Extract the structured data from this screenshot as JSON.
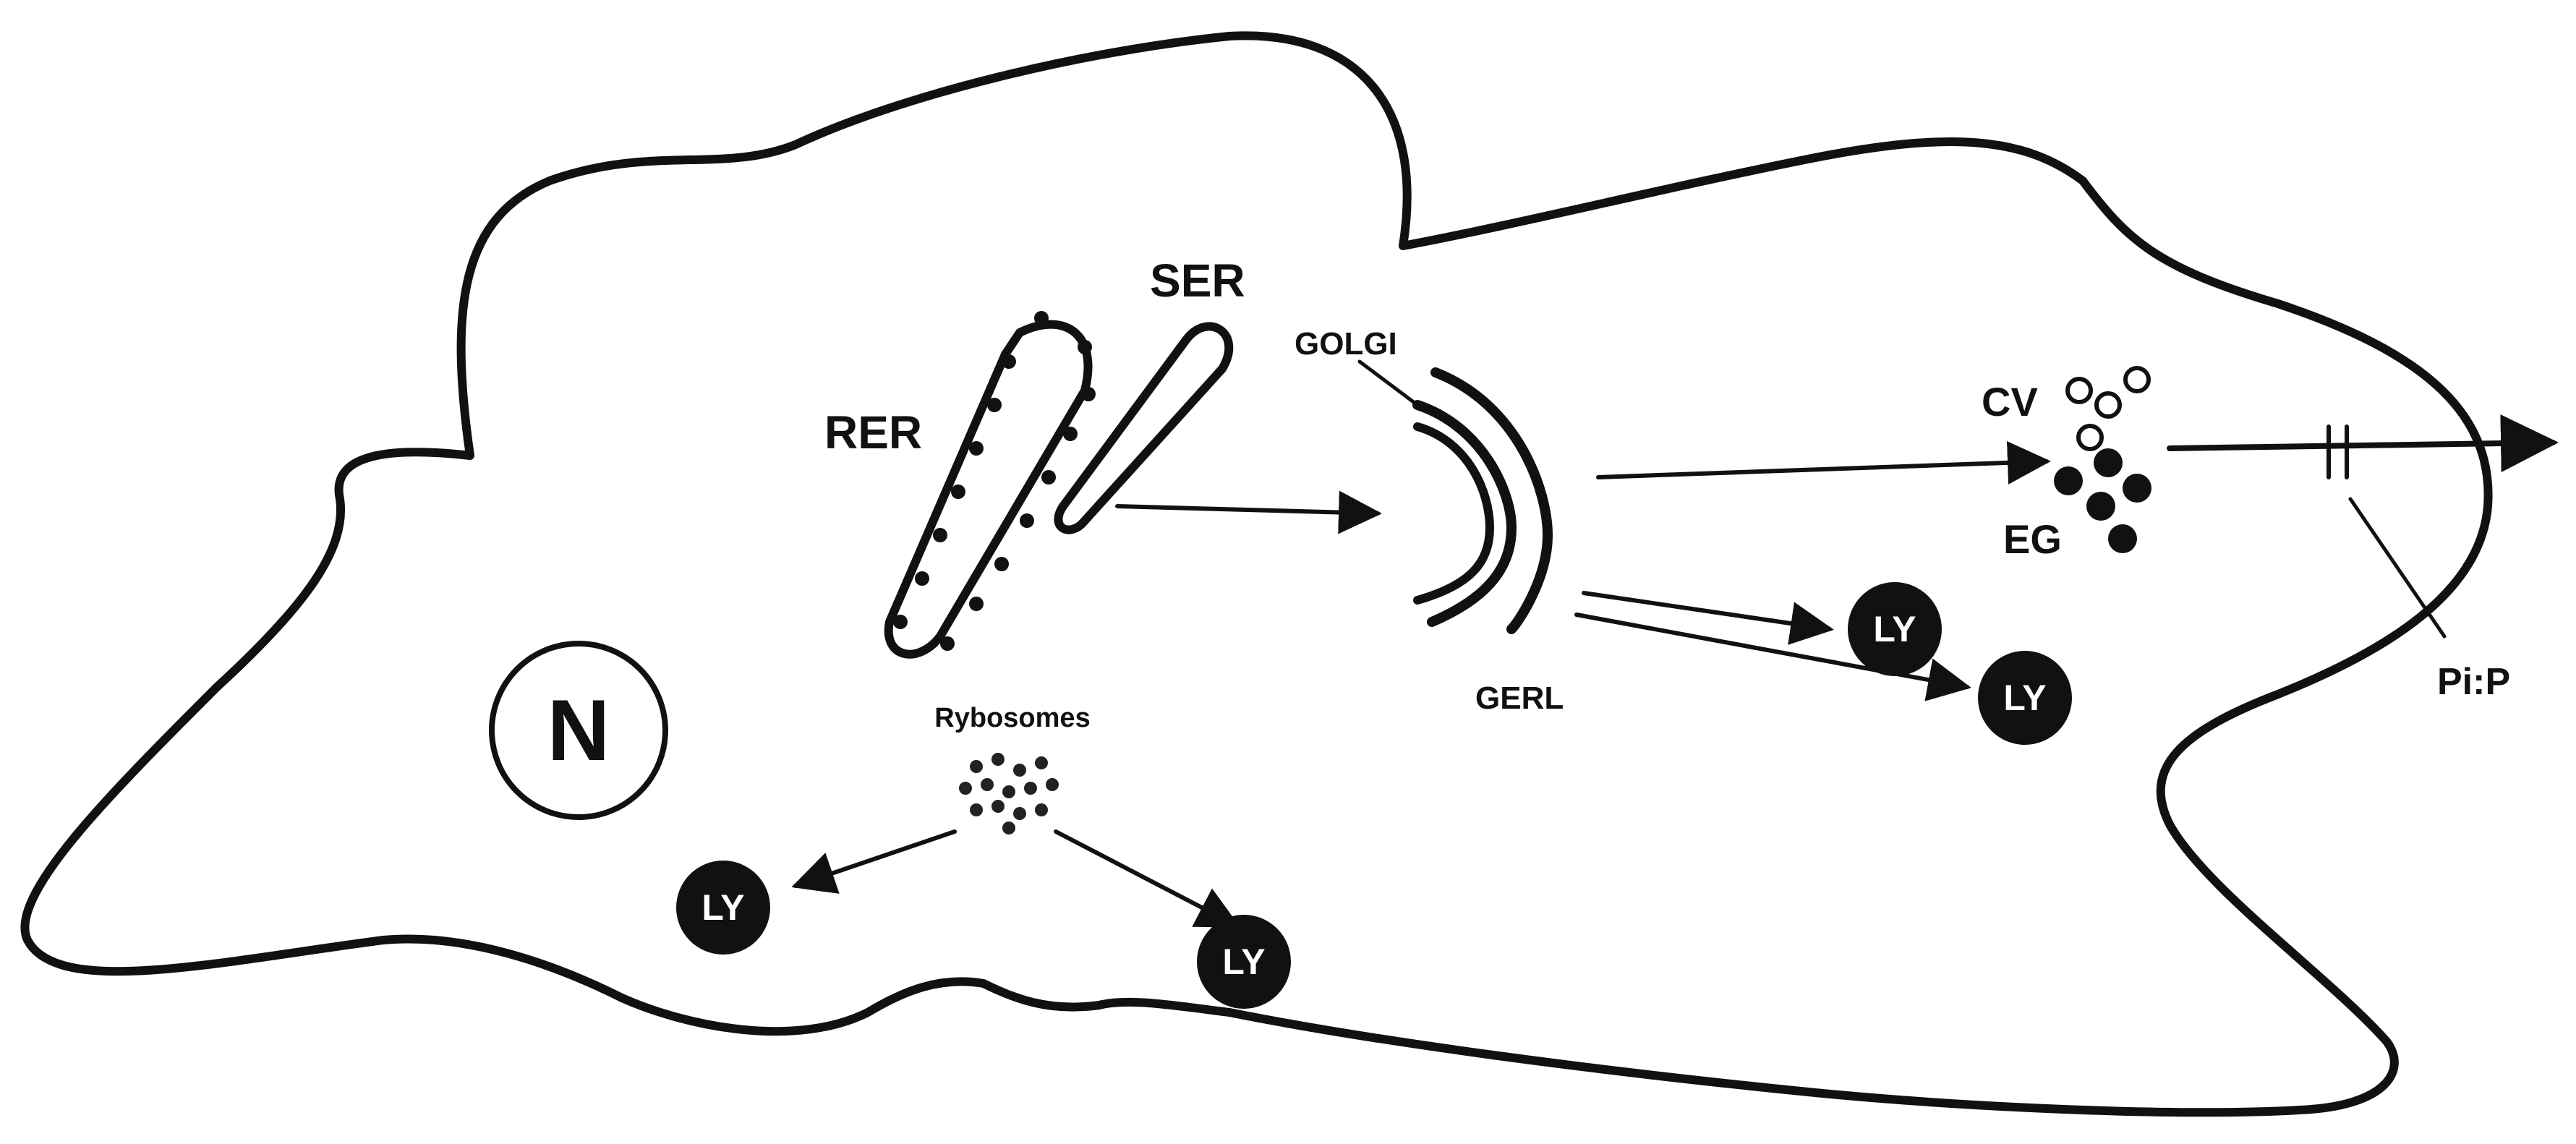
{
  "labels": {
    "nucleus": "N",
    "rer": "RER",
    "ser": "SER",
    "golgi": "GOLGI",
    "geril": "GERL",
    "ribosomes": "Rybosomes",
    "cv": "CV",
    "eg": "EG",
    "pi_p": "Pi:P",
    "lysosome": "LY"
  },
  "colors": {
    "ink": "#111111",
    "background": "#ffffff"
  }
}
